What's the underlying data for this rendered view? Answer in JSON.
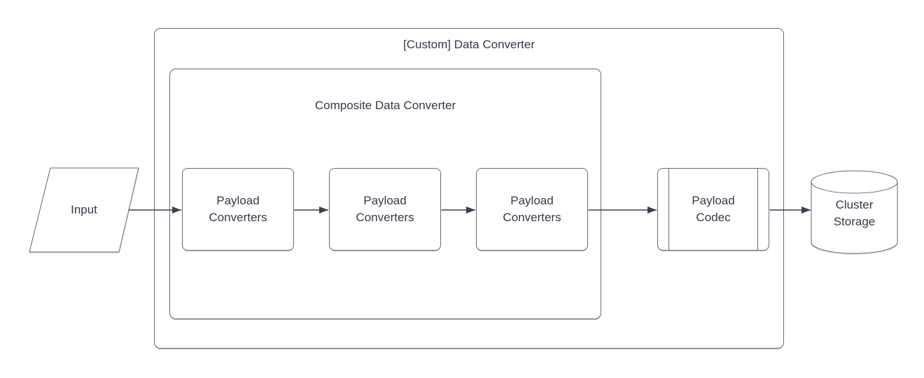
{
  "diagram": {
    "outer_group": {
      "label": "[Custom] Data Converter"
    },
    "inner_group": {
      "label": "Composite Data Converter"
    },
    "nodes": {
      "input": {
        "label": "Input",
        "shape": "parallelogram"
      },
      "payload_converter_1": {
        "label": "Payload\nConverters",
        "shape": "rounded-rectangle"
      },
      "payload_converter_2": {
        "label": "Payload\nConverters",
        "shape": "rounded-rectangle"
      },
      "payload_converter_3": {
        "label": "Payload\nConverters",
        "shape": "rounded-rectangle"
      },
      "payload_codec": {
        "label": "Payload\nCodec",
        "shape": "predefined-process"
      },
      "cluster_storage": {
        "label": "Cluster\nStorage",
        "shape": "cylinder"
      }
    },
    "edges": [
      {
        "from": "input",
        "to": "payload_converter_1"
      },
      {
        "from": "payload_converter_1",
        "to": "payload_converter_2"
      },
      {
        "from": "payload_converter_2",
        "to": "payload_converter_3"
      },
      {
        "from": "payload_converter_3",
        "to": "payload_codec"
      },
      {
        "from": "payload_codec",
        "to": "cluster_storage"
      }
    ],
    "colors": {
      "shape_stroke": "#646b77",
      "arrow": "#39404e",
      "text": "#333a49",
      "background": "#ffffff"
    }
  }
}
